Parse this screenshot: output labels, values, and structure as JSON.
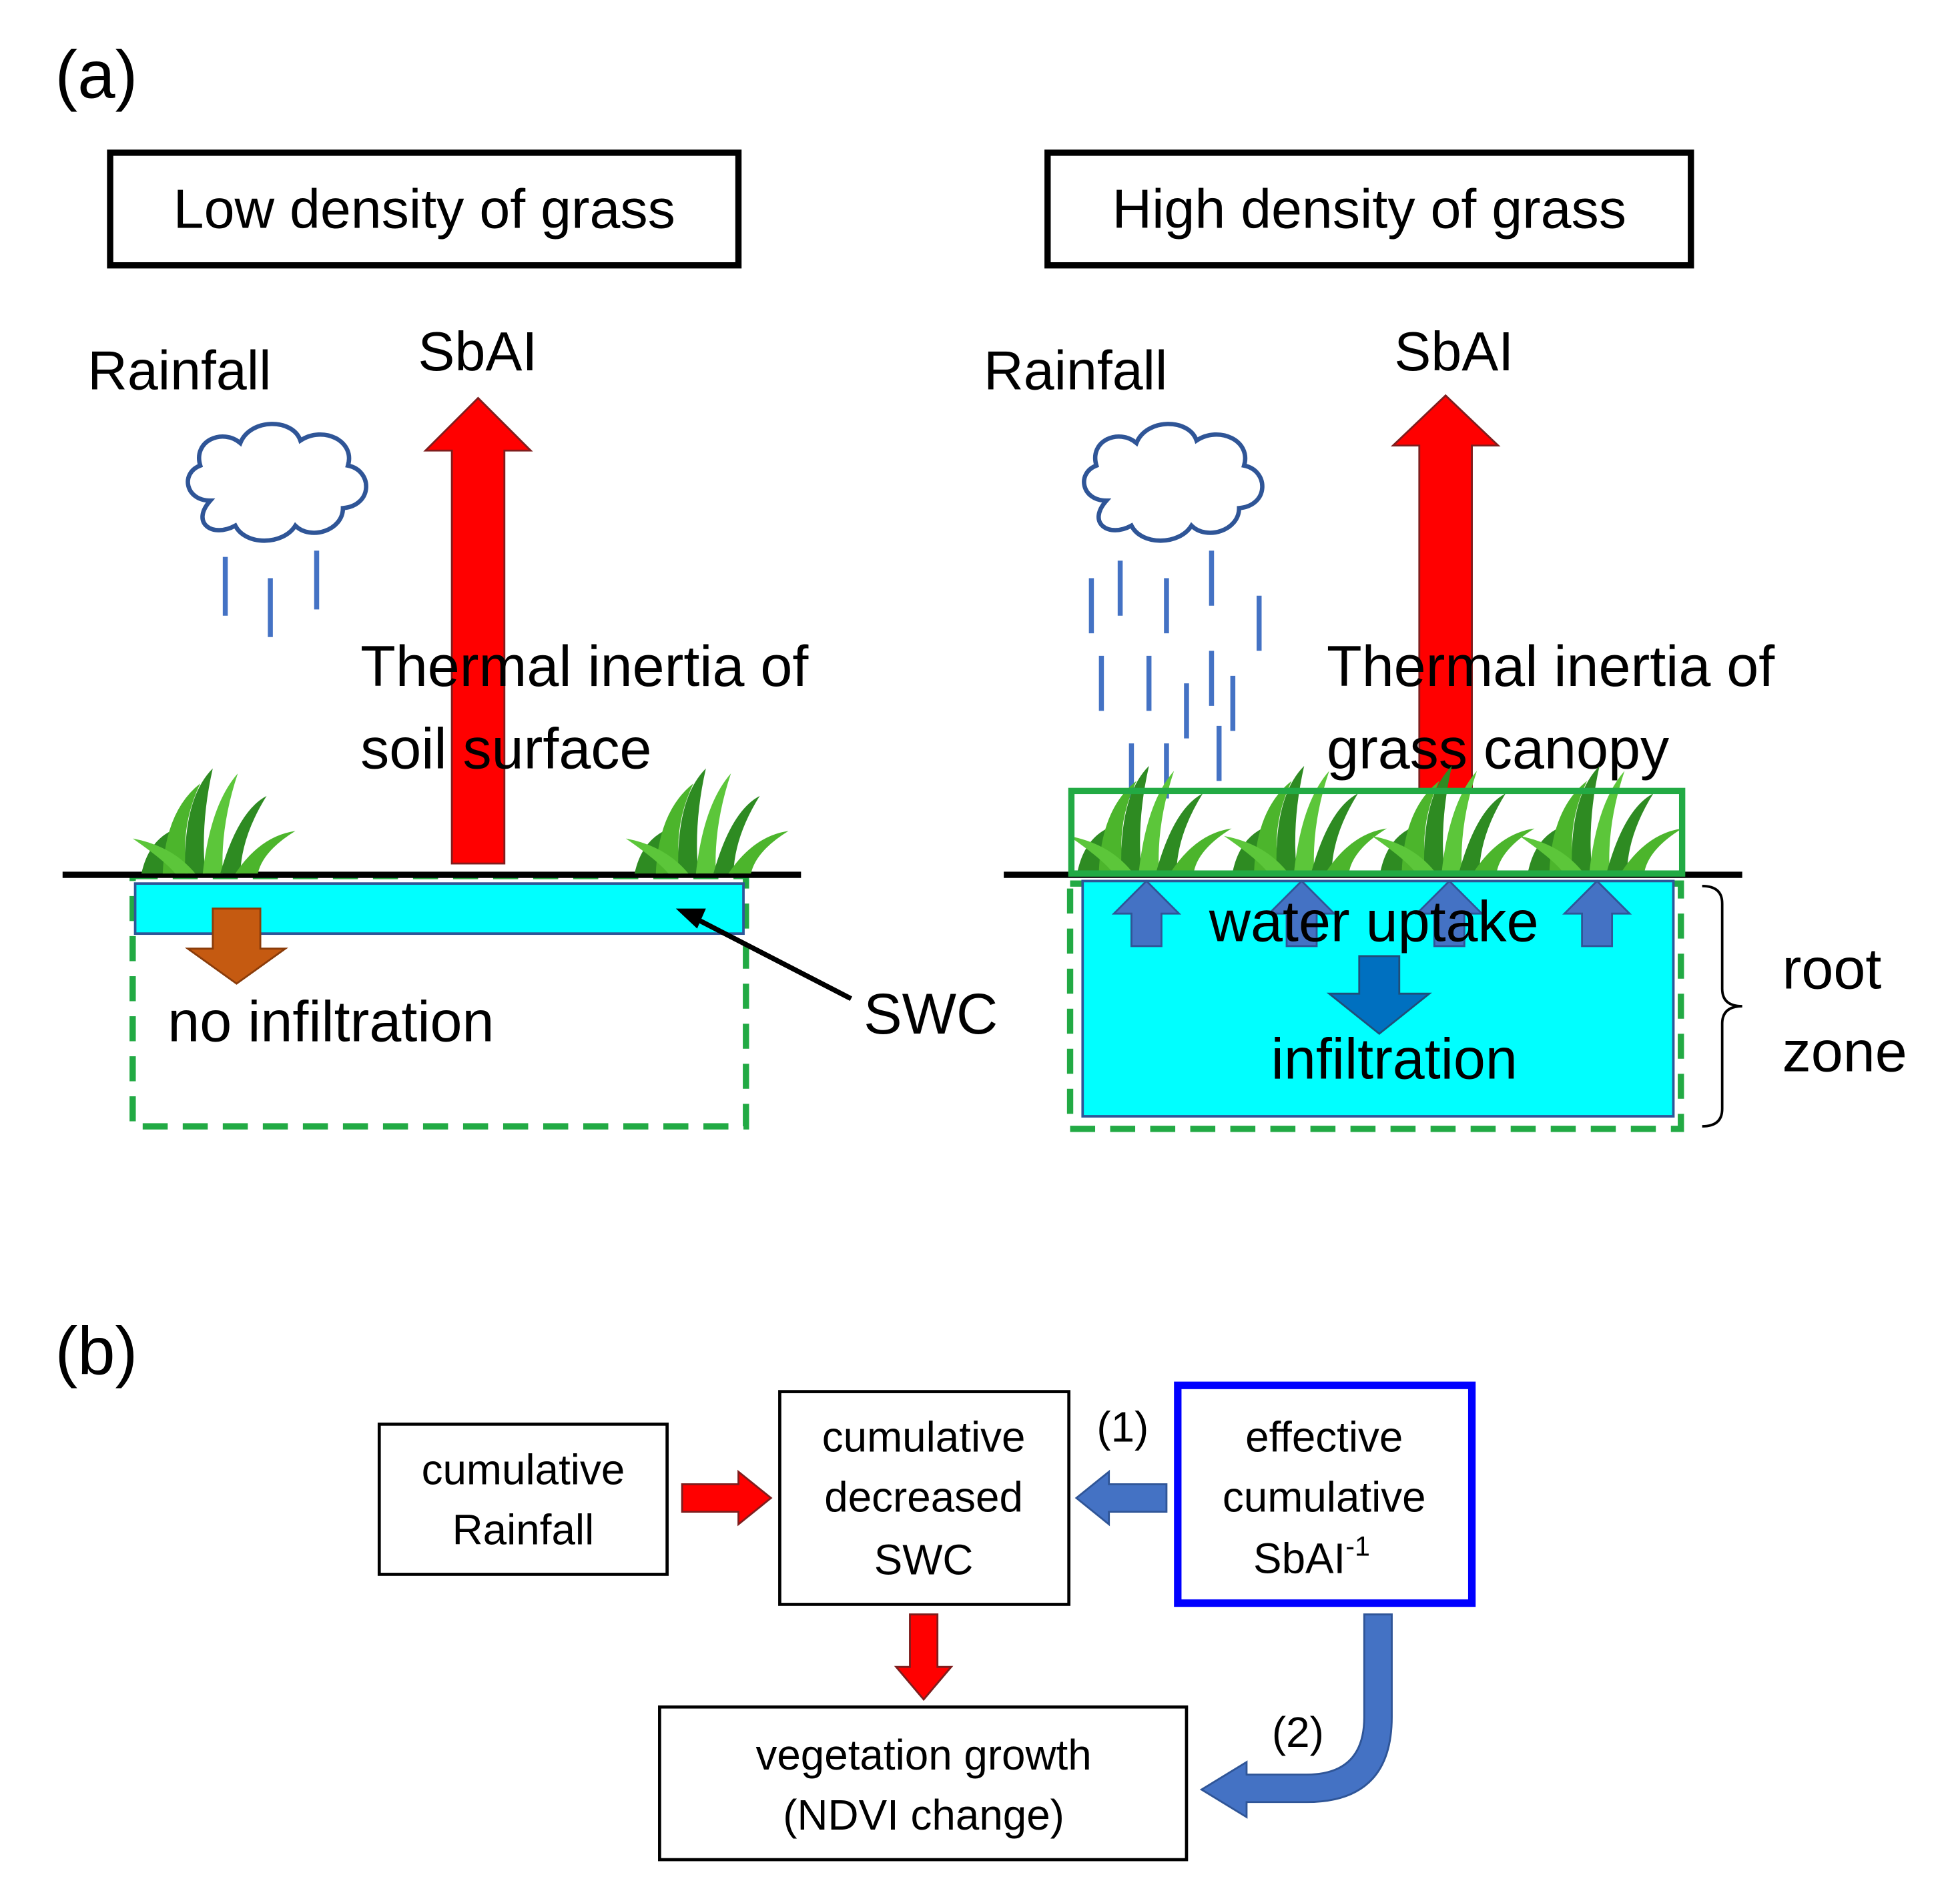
{
  "panel_a": {
    "label": "(a)",
    "left": {
      "title": "Low density of grass",
      "rainfall": "Rainfall",
      "sbai": "SbAI",
      "thermal_line1": "Thermal inertia of",
      "thermal_line2": "soil surface",
      "infiltration": "no infiltration",
      "swc": "SWC"
    },
    "right": {
      "title": "High density of grass",
      "rainfall": "Rainfall",
      "sbai": "SbAI",
      "thermal_line1": "Thermal inertia of",
      "thermal_line2": "grass canopy",
      "uptake": "water uptake",
      "infiltration": "infiltration",
      "root_line1": "root",
      "root_line2": "zone"
    }
  },
  "panel_b": {
    "label": "(b)",
    "box_rainfall": [
      "cumulative",
      "Rainfall"
    ],
    "box_swc": [
      "cumulative",
      "decreased",
      "SWC"
    ],
    "box_sbai": [
      "effective",
      "cumulative",
      "SbAI",
      "-1"
    ],
    "box_ndvi": [
      "vegetation growth",
      "(NDVI change)"
    ],
    "label_1": "(1)",
    "label_2": "(2)"
  },
  "colors": {
    "red_arrow": "#ff0000",
    "water": "#00ffff",
    "grass_box": "#22aa44",
    "blue_arrow": "#4472c4",
    "rain": "#4472c4",
    "cloud": "#2f5597",
    "sbai_box": "#0000ff",
    "brown_arrow": "#c55a11",
    "dark_blue_arrow": "#0070c0"
  }
}
